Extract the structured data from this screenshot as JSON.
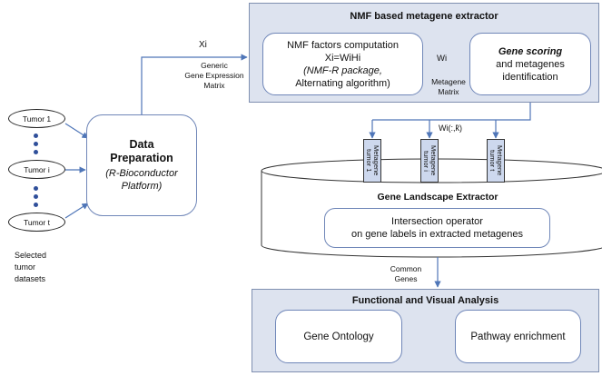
{
  "tumors": [
    "Tumor 1",
    "Tumor i",
    "Tumor t"
  ],
  "selected_label": "Selected\ntumor\ndatasets",
  "data_prep": {
    "title": "Data\nPreparation",
    "sub": "(R-Bioconductor\nPlatform)"
  },
  "xi_label": "Xi",
  "gem_label": "Generic\nGene Expression\nMatrix",
  "nmf": {
    "title": "NMF based metagene extractor",
    "factors_line1": "NMF factors computation",
    "factors_line2": "Xi=WiHi",
    "factors_line3": "(NMF-R package,",
    "factors_line4": "Alternating algorithm)",
    "wi_label": "Wi",
    "metagene_matrix": "Metagene\nMatrix",
    "scoring_bold": "Gene scoring",
    "scoring_rest": "and metagenes\nidentification"
  },
  "wi_k_label": "Wi(:,k̃)",
  "metagenes": [
    "Metagene\ntumor 1",
    "Metagene\ntumor i",
    "Metagene\ntumor t"
  ],
  "landscape": {
    "title": "Gene Landscape Extractor",
    "operator": "Intersection operator\non gene labels in extracted metagenes"
  },
  "common_genes": "Common\nGenes",
  "functional": {
    "title": "Functional and Visual Analysis",
    "box1": "Gene Ontology",
    "box2": "Pathway enrichment"
  },
  "colors": {
    "arrow": "#4f76b8",
    "panel": "#dde3ef",
    "box_border": "#6f86b8"
  }
}
